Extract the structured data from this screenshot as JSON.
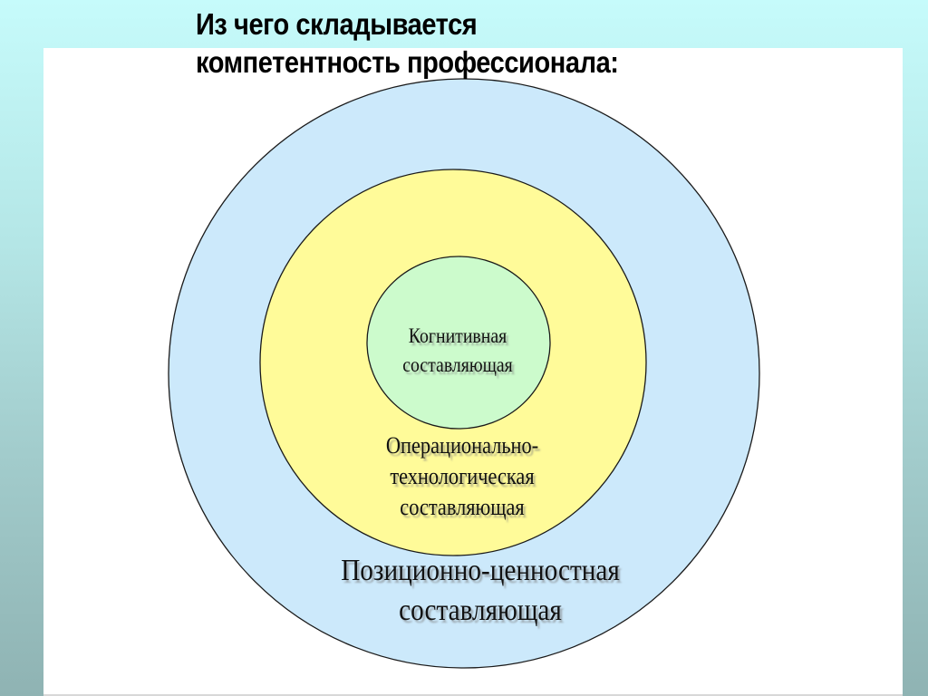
{
  "slide": {
    "title_lines": [
      "Из чего складывается",
      "компетентность профессионала:"
    ]
  },
  "diagram": {
    "type": "concentric-circles",
    "colors": {
      "outer": "#cce9fb",
      "middle": "#fffb99",
      "inner": "#ccfbcc",
      "stroke": "#1a1a1a"
    },
    "layers": [
      {
        "id": "inner",
        "lines": [
          "Когнитивная",
          "составляющая"
        ]
      },
      {
        "id": "middle",
        "lines": [
          "Операционально-",
          "технологическая",
          "составляющая"
        ]
      },
      {
        "id": "outer",
        "lines": [
          "Позиционно-ценностная",
          "составляющая"
        ]
      }
    ]
  }
}
